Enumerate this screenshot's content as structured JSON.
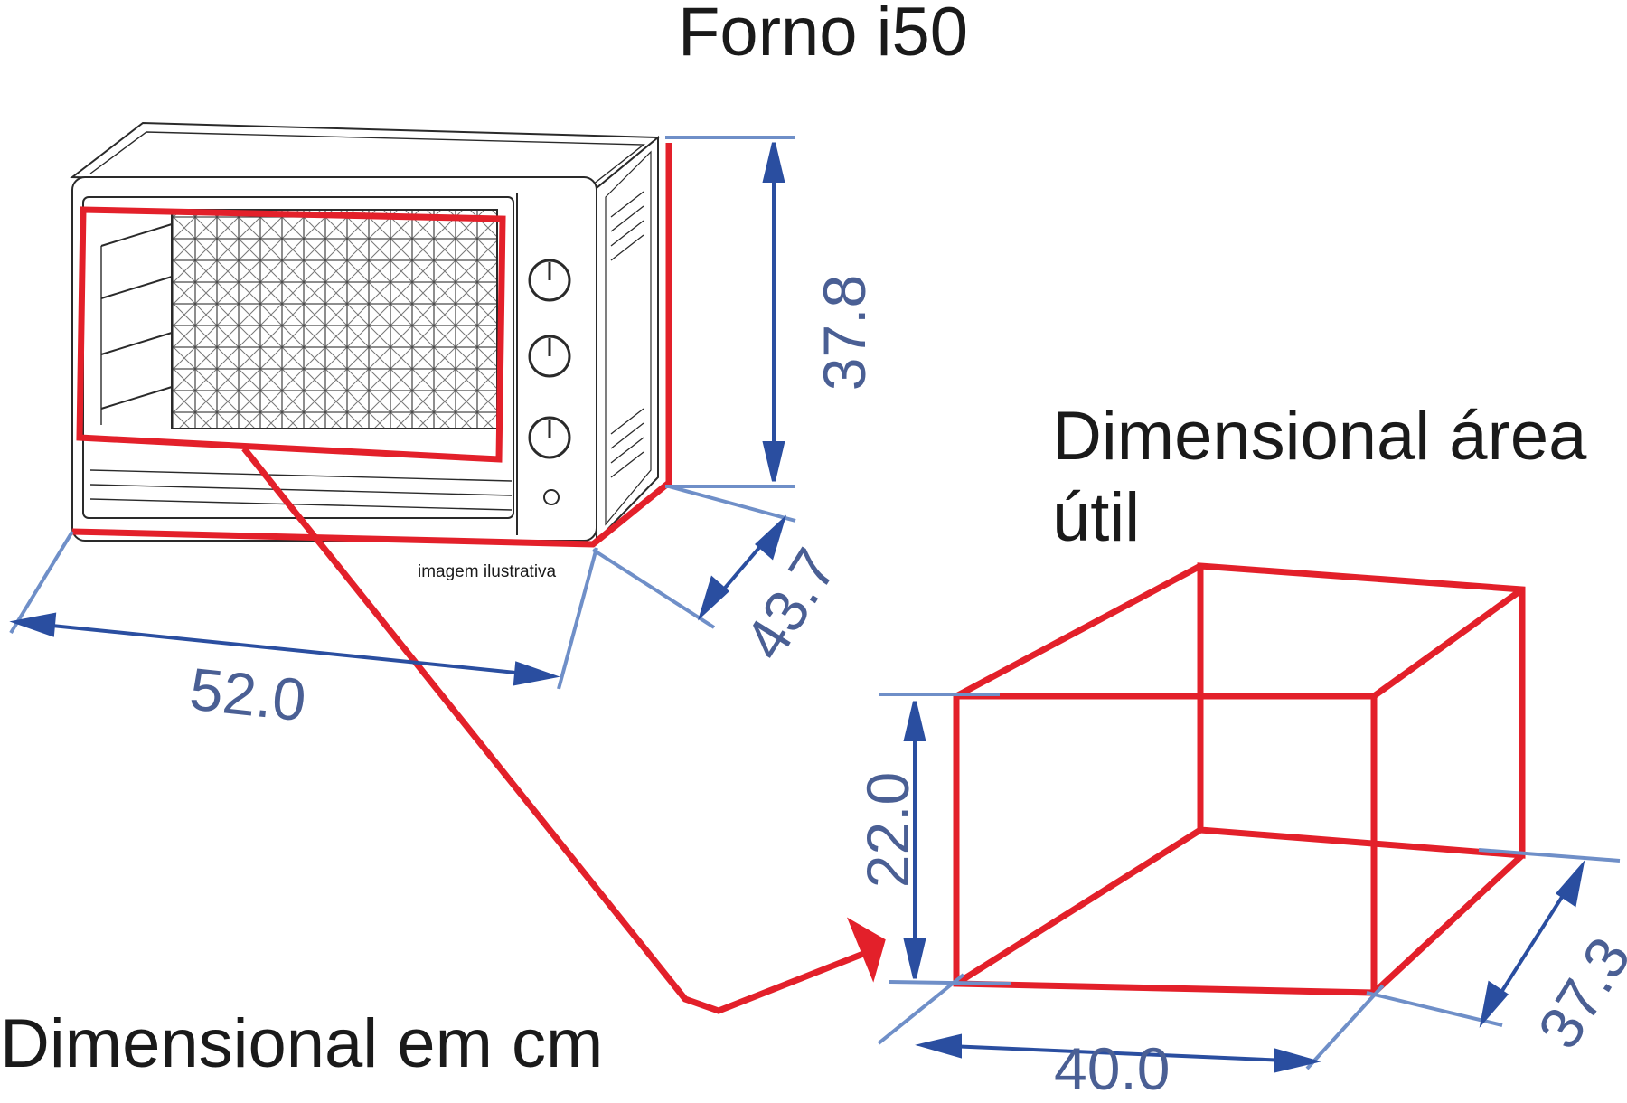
{
  "title": "Forno i50",
  "caption": "imagem ilustrativa",
  "footer_label": "Dimensional em cm",
  "area_label_line1": "Dimensional área",
  "area_label_line2": "útil",
  "dimensions": {
    "external_height": "37.8",
    "external_width": "52.0",
    "external_depth": "43.7",
    "internal_height": "22.0",
    "internal_width": "40.0",
    "internal_depth": "37.3"
  },
  "colors": {
    "highlight": "#e3202a",
    "dimension_line": "#6f8fc8",
    "dimension_arrow": "#2a4ea0",
    "dimension_text": "#4a5f94",
    "outline": "#2a2a2a"
  }
}
